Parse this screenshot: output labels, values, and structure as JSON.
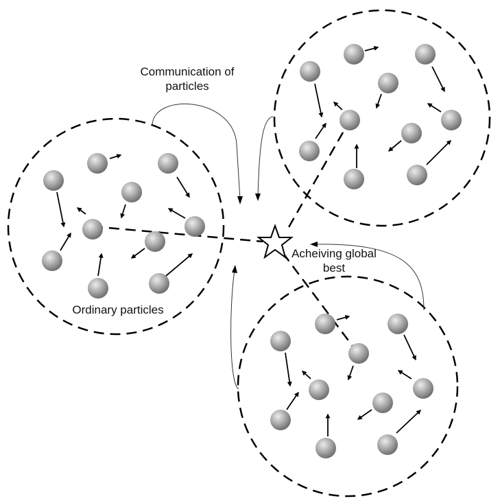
{
  "labels": {
    "communication_line1": "Communication of",
    "communication_line2": "particles",
    "global_best_line1": "Acheiving global",
    "global_best_line2": "best",
    "ordinary": "Ordinary particles"
  },
  "colors": {
    "stroke": "#000000",
    "particle_light": "#e8e8e8",
    "particle_mid": "#a9a9a9",
    "particle_dark": "#6f6f6f"
  },
  "icons": {
    "global_best": "star-icon",
    "particle": "sphere-icon",
    "velocity": "arrow-icon"
  }
}
